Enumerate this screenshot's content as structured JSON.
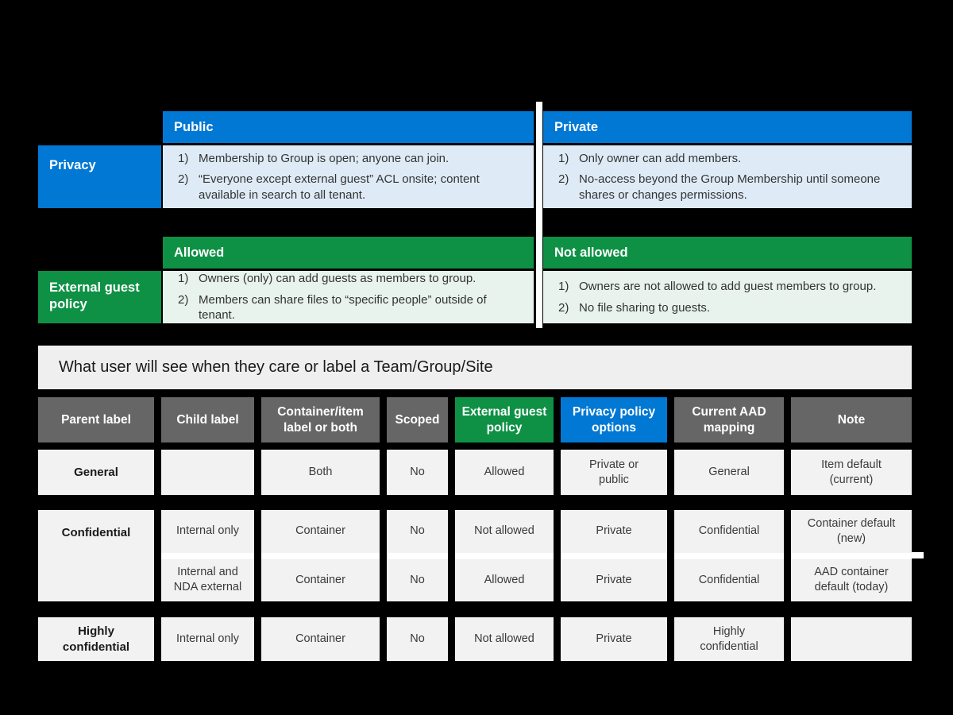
{
  "colors": {
    "blue": "#0078d4",
    "light_blue": "#deebf7",
    "green": "#0e9145",
    "light_green": "#e7f3ec",
    "header_gray": "#666666",
    "cell_gray": "#f2f2f2",
    "title_bar": "#efefef",
    "background": "#000000"
  },
  "markers": [
    "1)",
    "2)"
  ],
  "privacy_section": {
    "row_label": "Privacy",
    "public": {
      "header": "Public",
      "items": [
        "Membership to Group is open; anyone can join.",
        "“Everyone except external guest” ACL onsite; content available in search to all tenant."
      ]
    },
    "private": {
      "header": "Private",
      "items": [
        "Only owner can add members.",
        "No-access beyond the Group Membership until someone shares or changes permissions."
      ]
    }
  },
  "guest_section": {
    "row_label": "External guest policy",
    "allowed": {
      "header": "Allowed",
      "items": [
        "Owners (only) can add guests as members to group.",
        "Members can share files to “specific people” outside of tenant."
      ]
    },
    "not_allowed": {
      "header": "Not allowed",
      "items": [
        "Owners are not allowed to add guest members to group.",
        "No file sharing to guests."
      ]
    }
  },
  "label_table": {
    "title": "What user will see when they care or label a Team/Group/Site",
    "headers": [
      "Parent label",
      "Child label",
      "Container/item label or both",
      "Scoped",
      "External guest policy",
      "Privacy policy options",
      "Current AAD mapping",
      "Note"
    ],
    "rows": {
      "general": {
        "parent": "General",
        "cells": [
          "",
          "Both",
          "No",
          "Allowed",
          "Private or public",
          "General",
          "Item default (current)"
        ]
      },
      "confidential": {
        "parent": "Confidential",
        "sub_rows": [
          [
            "Internal only",
            "Container",
            "No",
            "Not allowed",
            "Private",
            "Confidential",
            "Container default (new)"
          ],
          [
            "Internal and NDA external",
            "Container",
            "No",
            "Allowed",
            "Private",
            "Confidential",
            "AAD container default (today)"
          ]
        ]
      },
      "highly_confidential": {
        "parent": "Highly confidential",
        "cells": [
          "Internal only",
          "Container",
          "No",
          "Not allowed",
          "Private",
          "Highly confidential",
          ""
        ]
      }
    }
  }
}
